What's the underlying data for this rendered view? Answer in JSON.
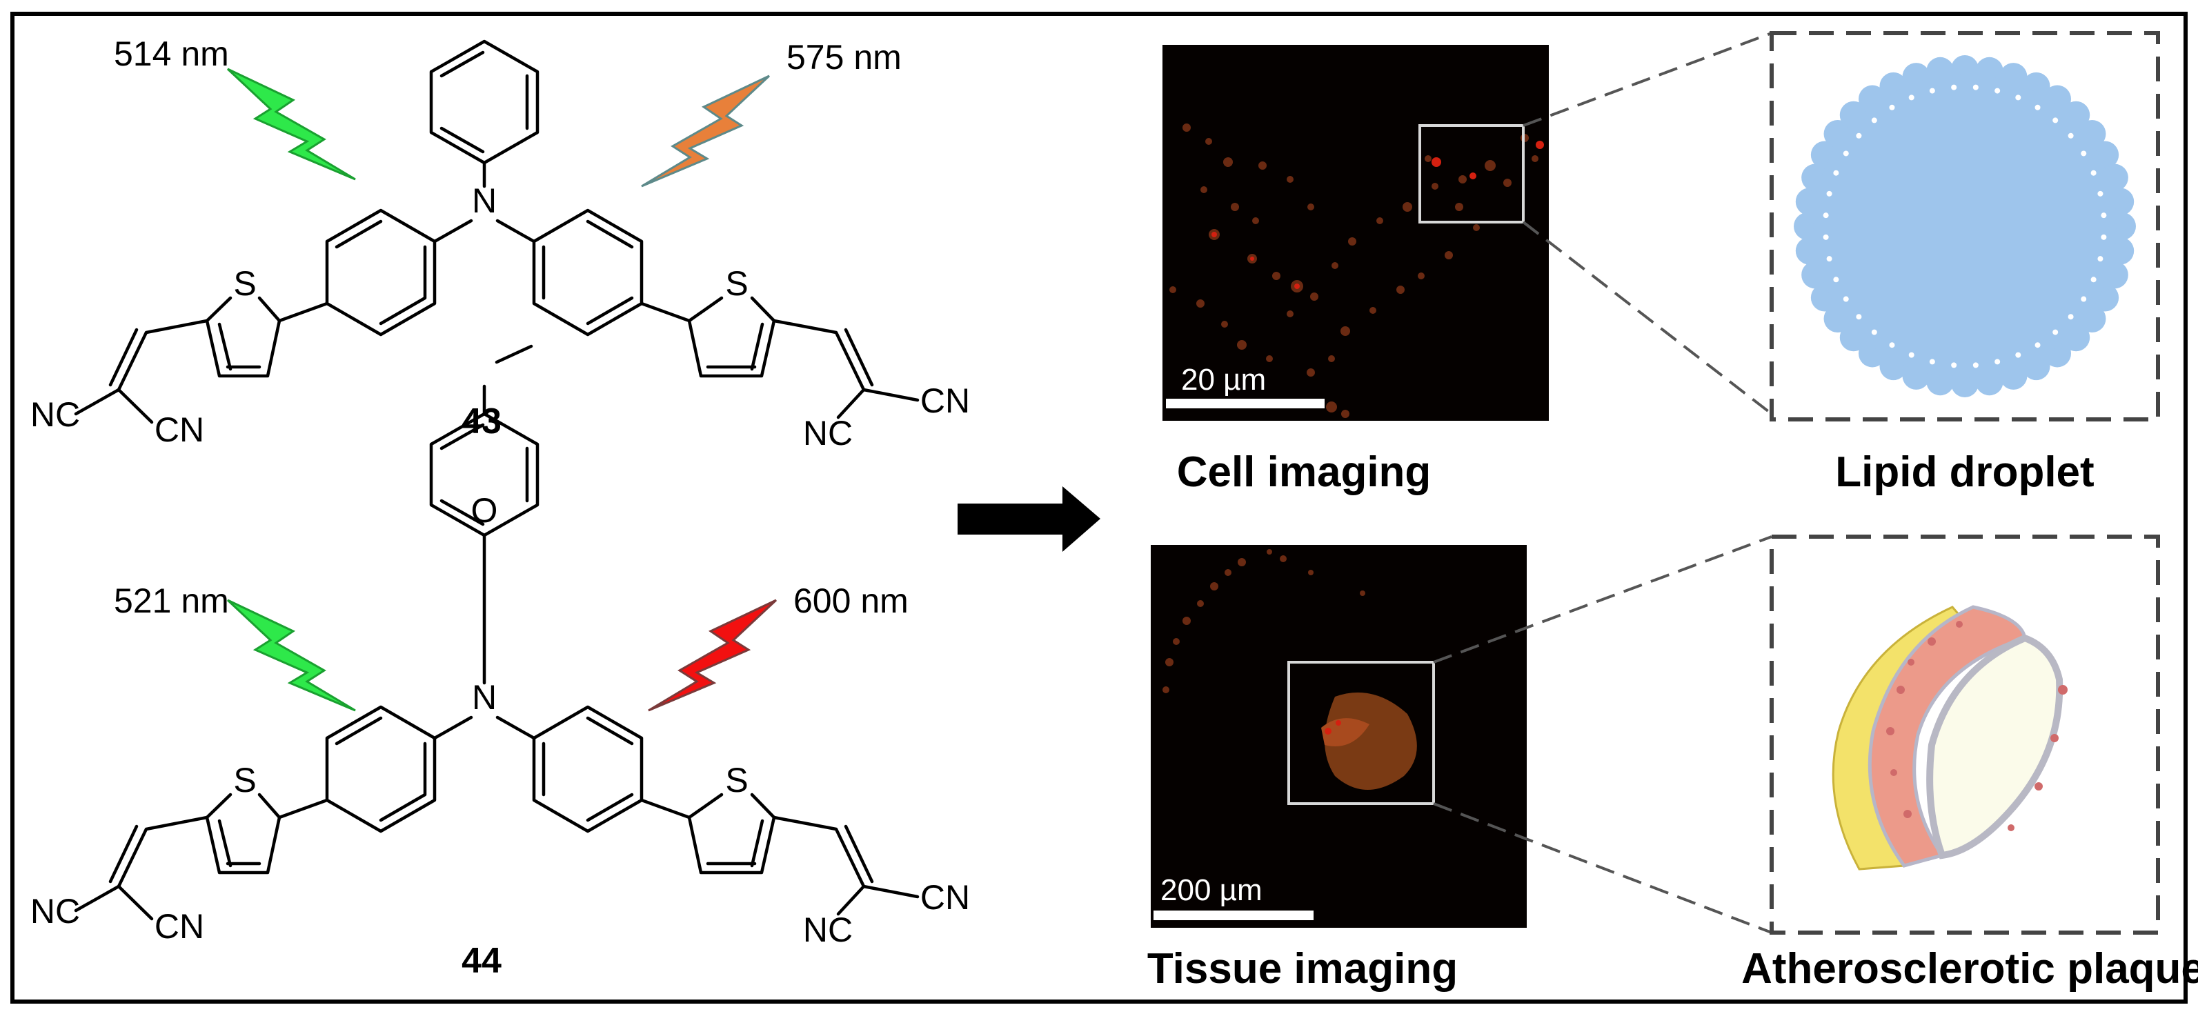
{
  "compounds": [
    {
      "id": "43",
      "excitation": "514 nm",
      "emission": "575 nm",
      "emission_color": "#e8803a",
      "substituent": ""
    },
    {
      "id": "44",
      "excitation": "521 nm",
      "emission": "600 nm",
      "emission_color": "#f21010",
      "substituent": "methoxy"
    }
  ],
  "atoms": {
    "nitrogen": "N",
    "sulfur": "S",
    "nitrile_left": "NC",
    "nitrile_right": "CN"
  },
  "excitation_color": "#2ee84a",
  "panels": {
    "cell": {
      "caption": "Cell imaging",
      "scale_bar": "20 µm"
    },
    "lipid": {
      "caption": "Lipid droplet",
      "color": "#9ec5ec"
    },
    "tissue": {
      "caption": "Tissue imaging",
      "scale_bar": "200 µm"
    },
    "plaque": {
      "caption": "Atherosclerotic plaque"
    }
  }
}
